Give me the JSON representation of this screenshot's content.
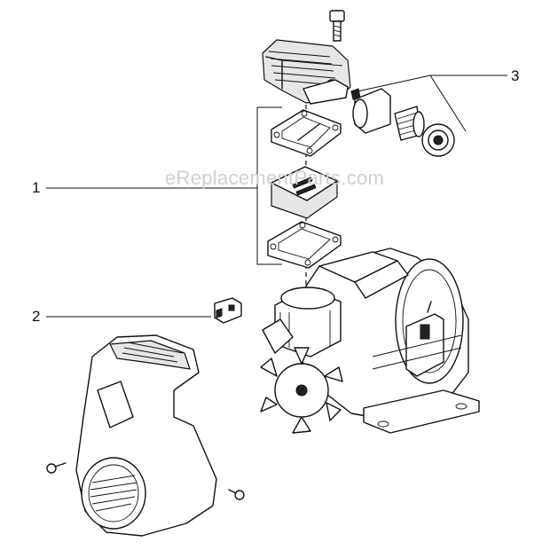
{
  "callouts": {
    "label_1": "1",
    "label_2": "2",
    "label_3": "3"
  },
  "watermark": "eReplacementParts.com"
}
